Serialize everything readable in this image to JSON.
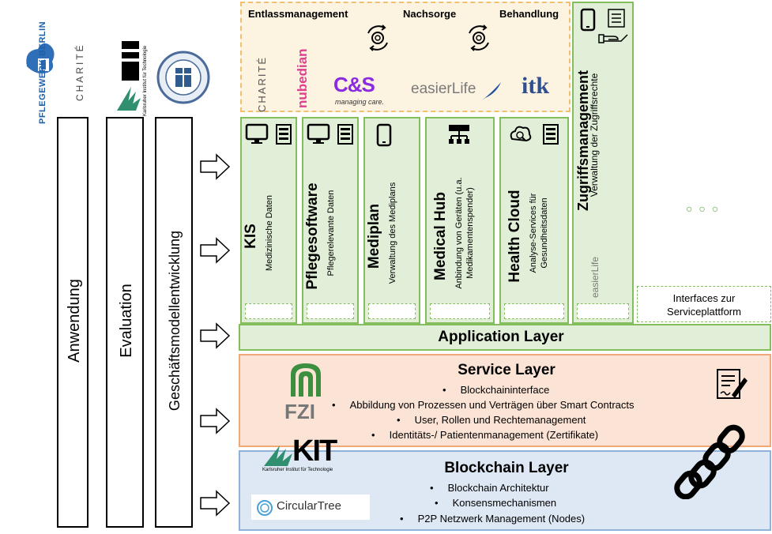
{
  "left_logos": {
    "pflegewerk": "PFLEGEWERK BERLIN",
    "charite": "CHARITÉ",
    "kit": "KIT",
    "kit_sub": "Karlsruher Institut für Technologie"
  },
  "pillars": {
    "anwendung": "Anwendung",
    "evaluation": "Evaluation",
    "geschaeft": "Geschäftsmodellentwicklung"
  },
  "top_box": {
    "labels": [
      "Entlassmanagement",
      "Nachsorge",
      "Behandlung"
    ],
    "logos": {
      "charite": "CHARITÉ",
      "nubedian": "nubedian",
      "cs": "C&S",
      "cs_sub": "managing care.",
      "easierlife": "easierLife",
      "itk": "itk"
    }
  },
  "modules": [
    {
      "title": "KIS",
      "sub": "Medizinische Daten"
    },
    {
      "title": "Pflegesoftware",
      "sub": "Pflegerelevante Daten"
    },
    {
      "title": "Mediplan",
      "sub": "Verwaltung des Mediplans"
    },
    {
      "title": "Medical Hub",
      "sub": "Anbindung von Geräten (u.a. Medikamentenspender)"
    },
    {
      "title": "Health Cloud",
      "sub": "Analyse-Services für Gesundheitsdaten"
    }
  ],
  "zugriff": {
    "title": "Zugriffsmanagement",
    "sub": "Verwaltung der Zugriffsrechte",
    "logo": "easierLife"
  },
  "ellipsis": "○ ○ ○",
  "interfaces": "Interfaces zur Serviceplattform",
  "application_layer": "Application Layer",
  "service_layer": {
    "title": "Service Layer",
    "logo": "FZI",
    "bullets": [
      "Blockchaininterface",
      "Abbildung von Prozessen und Verträgen über Smart Contracts",
      "User, Rollen und Rechtemanagement",
      "Identitäts-/ Patientenmanagement (Zertifikate)"
    ]
  },
  "blockchain_layer": {
    "title": "Blockchain Layer",
    "logo_kit": "KIT",
    "logo_kit_sub": "Karlsruher Institut für Technologie",
    "logo_ct": "CircularTree",
    "bullets": [
      "Blockchain Architektur",
      "Konsensmechanismen",
      "P2P Netzwerk Management (Nodes)"
    ]
  },
  "colors": {
    "green_fill": "#e1efd8",
    "green_border": "#84bd5c",
    "orange_fill": "#fbe4d6",
    "orange_border": "#f0a878",
    "blue_fill": "#dde8f4",
    "blue_border": "#8fb2d8",
    "top_fill": "#fdf3e1",
    "top_border": "#f0c070"
  }
}
